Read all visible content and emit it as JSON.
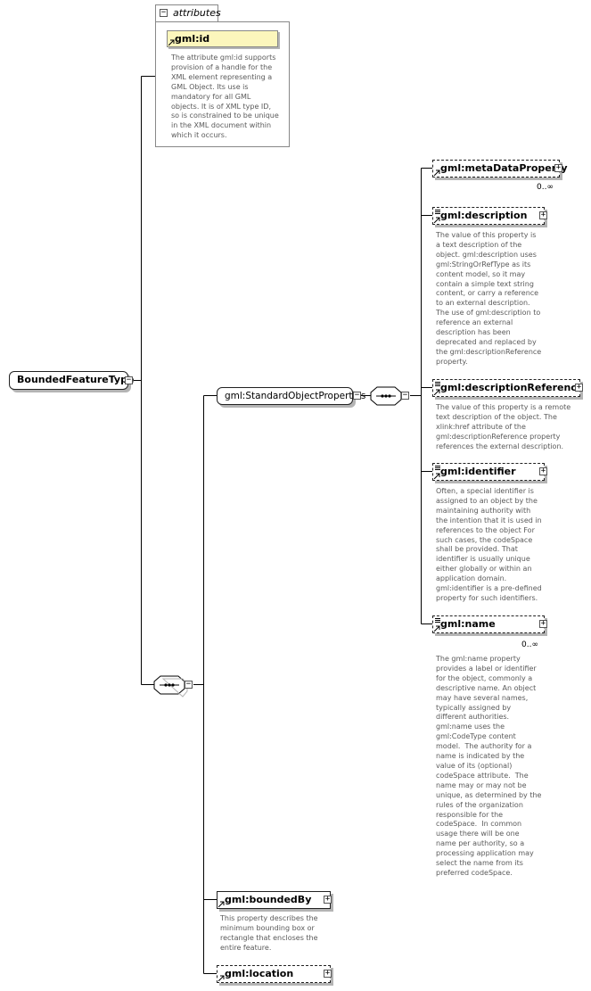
{
  "root": {
    "label": "BoundedFeatureType"
  },
  "attributes": {
    "title": "attributes",
    "gml_id": {
      "label": "gml:id",
      "doc": "The attribute gml:id supports\nprovision of a handle for the\nXML element representing a\nGML Object. Its use is\nmandatory for all GML\nobjects. It is of XML type ID,\nso is constrained to be unique\nin the XML document within\nwhich it occurs."
    }
  },
  "standard_object_properties": {
    "label": "gml:StandardObjectProperties"
  },
  "elements": {
    "metaDataProperty": {
      "label": "gml:metaDataProperty",
      "occurrence": "0..∞"
    },
    "description": {
      "label": "gml:description",
      "doc": "The value of this property is\na text description of the\nobject. gml:description uses\ngml:StringOrRefType as its\ncontent model, so it may\ncontain a simple text string\ncontent, or carry a reference\nto an external description.\nThe use of gml:description to\nreference an external\ndescription has been\ndeprecated and replaced by\nthe gml:descriptionReference\nproperty."
    },
    "descriptionReference": {
      "label": "gml:descriptionReference",
      "doc": "The value of this property is a remote\ntext description of the object. The\nxlink:href attribute of the\ngml:descriptionReference property\nreferences the external description."
    },
    "identifier": {
      "label": "gml:identifier",
      "doc": "Often, a special identifier is\nassigned to an object by the\nmaintaining authority with\nthe intention that it is used in\nreferences to the object For\nsuch cases, the codeSpace\nshall be provided. That\nidentifier is usually unique\neither globally or within an\napplication domain.\ngml:identifier is a pre-defined\nproperty for such identifiers."
    },
    "name": {
      "label": "gml:name",
      "occurrence": "0..∞",
      "doc": "The gml:name property\nprovides a label or identifier\nfor the object, commonly a\ndescriptive name. An object\nmay have several names,\ntypically assigned by\ndifferent authorities.\ngml:name uses the\ngml:CodeType content\nmodel.  The authority for a\nname is indicated by the\nvalue of its (optional)\ncodeSpace attribute.  The\nname may or may not be\nunique, as determined by the\nrules of the organization\nresponsible for the\ncodeSpace.  In common\nusage there will be one\nname per authority, so a\nprocessing application may\nselect the name from its\npreferred codeSpace."
    },
    "boundedBy": {
      "label": "gml:boundedBy",
      "doc": "This property describes the\nminimum bounding box or\nrectangle that encloses the\nentire feature."
    },
    "location": {
      "label": "gml:location"
    }
  },
  "icons": {
    "expand": "+",
    "collapse": "−"
  }
}
